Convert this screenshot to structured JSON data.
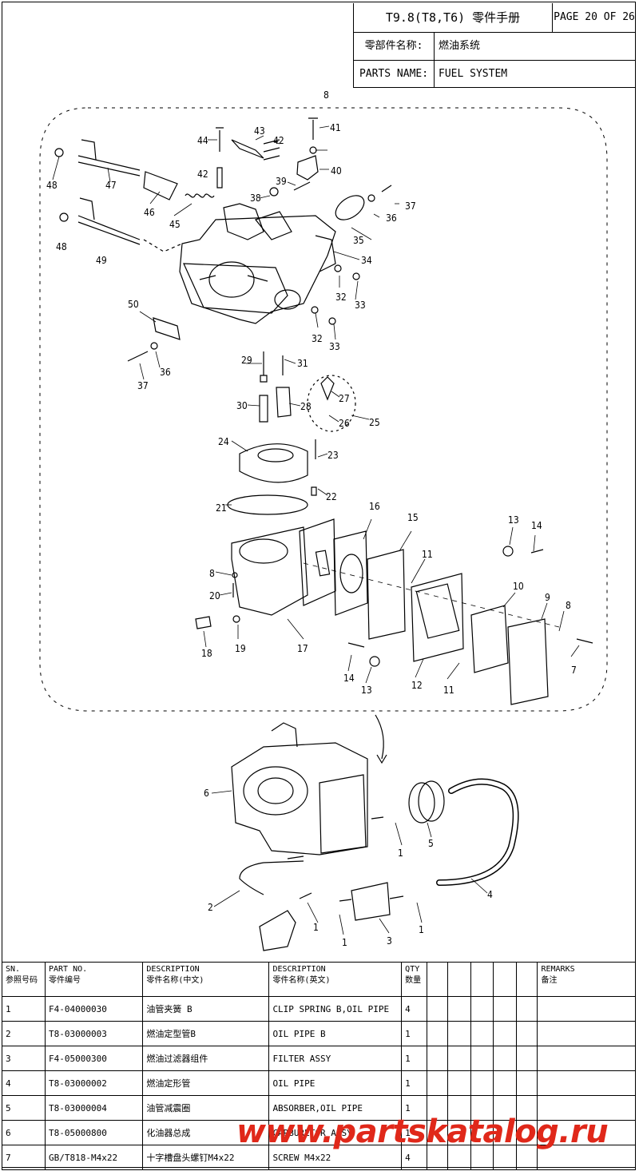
{
  "header": {
    "title": "T9.8(T8,T6) 零件手册",
    "page": "PAGE 20 OF 26",
    "name_cn_label": "零部件名称:",
    "name_cn_value": "燃油系统",
    "name_en_label": "PARTS NAME:",
    "name_en_value": "FUEL SYSTEM"
  },
  "callouts": [
    "1",
    "1",
    "1",
    "1",
    "2",
    "3",
    "4",
    "5",
    "6",
    "7",
    "8",
    "8",
    "8",
    "9",
    "10",
    "11",
    "11",
    "12",
    "13",
    "13",
    "14",
    "14",
    "15",
    "16",
    "17",
    "18",
    "19",
    "20",
    "21",
    "22",
    "23",
    "24",
    "25",
    "26",
    "27",
    "28",
    "29",
    "30",
    "31",
    "32",
    "32",
    "33",
    "33",
    "34",
    "35",
    "36",
    "36",
    "37",
    "37",
    "38",
    "39",
    "40",
    "41",
    "42",
    "42",
    "43",
    "44",
    "45",
    "46",
    "47",
    "48",
    "48",
    "49",
    "50"
  ],
  "table": {
    "headers": {
      "sn": "SN.",
      "sn_cn": "参照号码",
      "part_no": "PART NO.",
      "part_no_cn": "零件编号",
      "desc_cn": "DESCRIPTION",
      "desc_cn_sub": "零件名称(中文)",
      "desc_en": "DESCRIPTION",
      "desc_en_sub": "零件名称(英文)",
      "qty": "QTY",
      "qty_cn": "数量",
      "remarks": "REMARKS",
      "remarks_cn": "备注"
    },
    "rows": [
      {
        "sn": "1",
        "part_no": "F4-04000030",
        "desc_cn": "油管夹簧 B",
        "desc_en": "CLIP SPRING B,OIL PIPE",
        "qty": "4"
      },
      {
        "sn": "2",
        "part_no": "T8-03000003",
        "desc_cn": "燃油定型管B",
        "desc_en": "OIL PIPE B",
        "qty": "1"
      },
      {
        "sn": "3",
        "part_no": "F4-05000300",
        "desc_cn": "燃油过滤器组件",
        "desc_en": "FILTER ASSY",
        "qty": "1"
      },
      {
        "sn": "4",
        "part_no": "T8-03000002",
        "desc_cn": "燃油定形管",
        "desc_en": "OIL PIPE",
        "qty": "1"
      },
      {
        "sn": "5",
        "part_no": "T8-03000004",
        "desc_cn": "油管减震圈",
        "desc_en": "ABSORBER,OIL PIPE",
        "qty": "1"
      },
      {
        "sn": "6",
        "part_no": "T8-05000800",
        "desc_cn": "化油器总成",
        "desc_en": "CARBURETOR ASSY",
        "qty": "1"
      },
      {
        "sn": "7",
        "part_no": "GB/T818-M4x22",
        "desc_cn": "十字槽盘头螺钉M4x22",
        "desc_en": "SCREW M4x22",
        "qty": "4"
      }
    ]
  },
  "watermark": "www.partskatalog.ru",
  "colors": {
    "watermark": "#e0281a",
    "line": "#000000"
  }
}
